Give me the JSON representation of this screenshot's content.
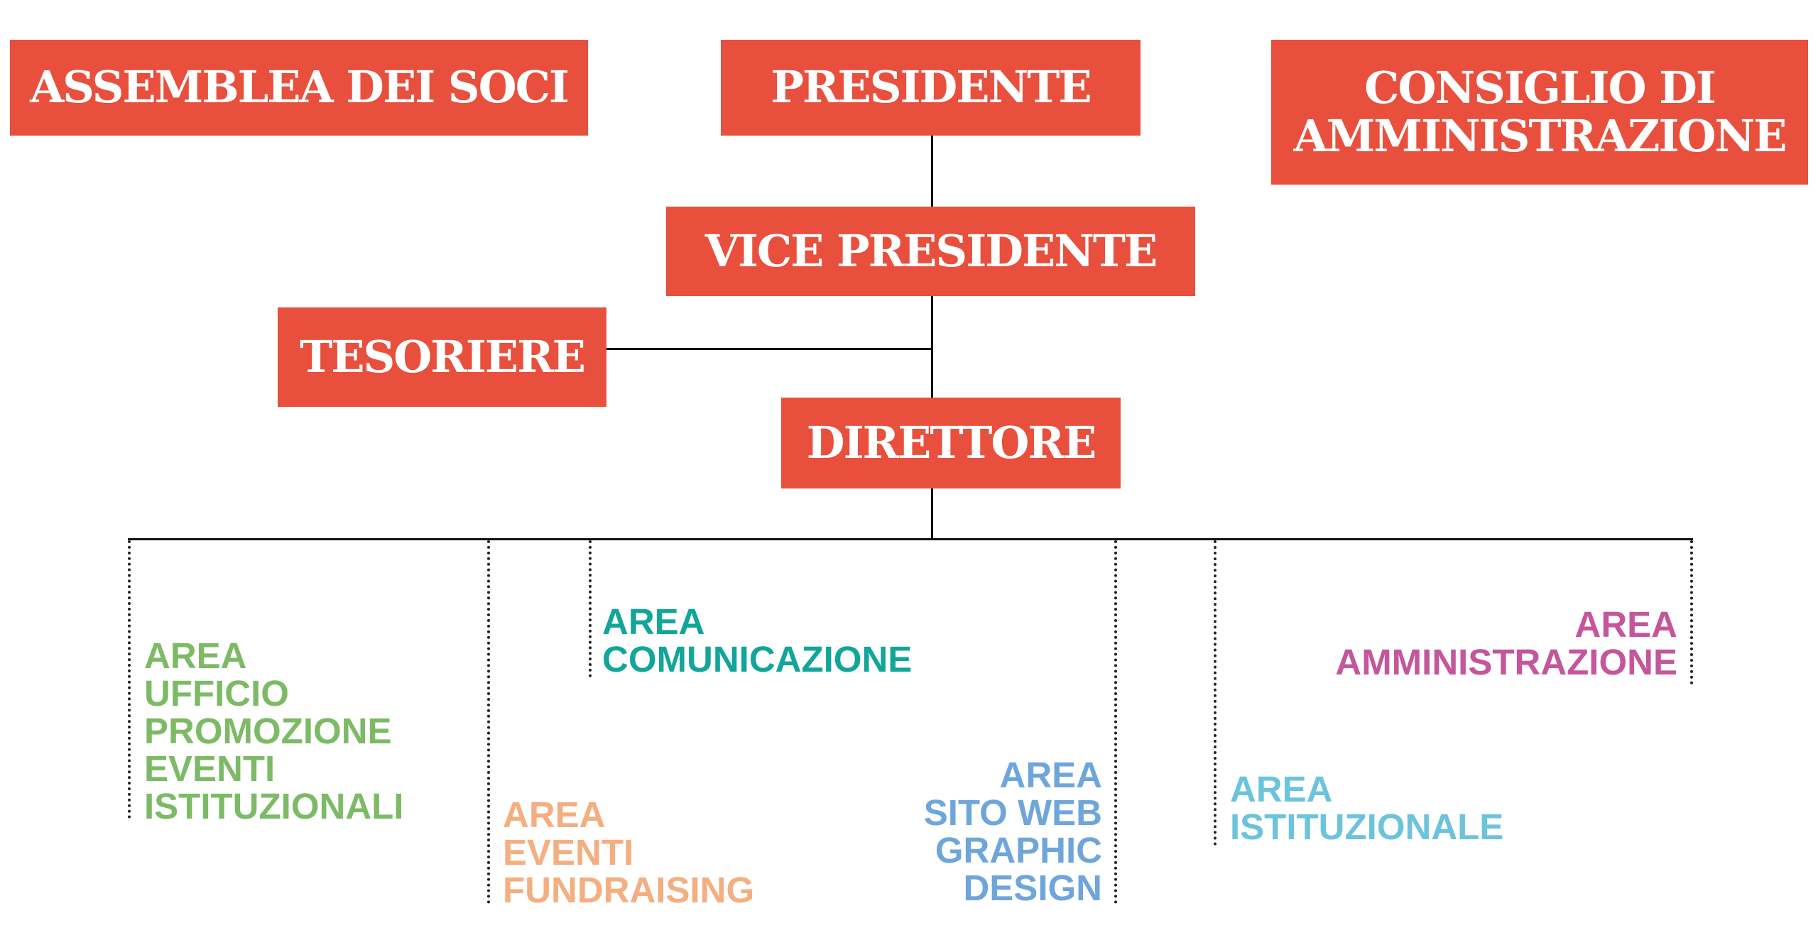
{
  "boxes": {
    "assemblea": "ASSEMBLEA DEI SOCI",
    "presidente": "PRESIDENTE",
    "consiglio": [
      "CONSIGLIO DI",
      "AMMINISTRAZIONE"
    ],
    "vice": "VICE PRESIDENTE",
    "tesoriere": "TESORIERE",
    "direttore": "DIRETTORE"
  },
  "areas": {
    "ufficio": [
      "AREA",
      "UFFICIO",
      "PROMOZIONE",
      "EVENTI",
      "ISTITUZIONALI"
    ],
    "eventi": [
      "AREA",
      "EVENTI",
      "FUNDRAISING"
    ],
    "comunicazione": [
      "AREA",
      "COMUNICAZIONE"
    ],
    "sito": [
      "AREA",
      "SITO WEB",
      "GRAPHIC",
      "DESIGN"
    ],
    "istituzionale": [
      "AREA",
      "ISTITUZIONALE"
    ],
    "amministrazione": [
      "AREA",
      "AMMINISTRAZIONE"
    ]
  },
  "colors": {
    "box": "#e8503d",
    "green": "#7dba66",
    "peach": "#f4ae80",
    "teal": "#12a59a",
    "blue": "#6ea6db",
    "cyan": "#6cc3dc",
    "magenta": "#c4569b"
  }
}
